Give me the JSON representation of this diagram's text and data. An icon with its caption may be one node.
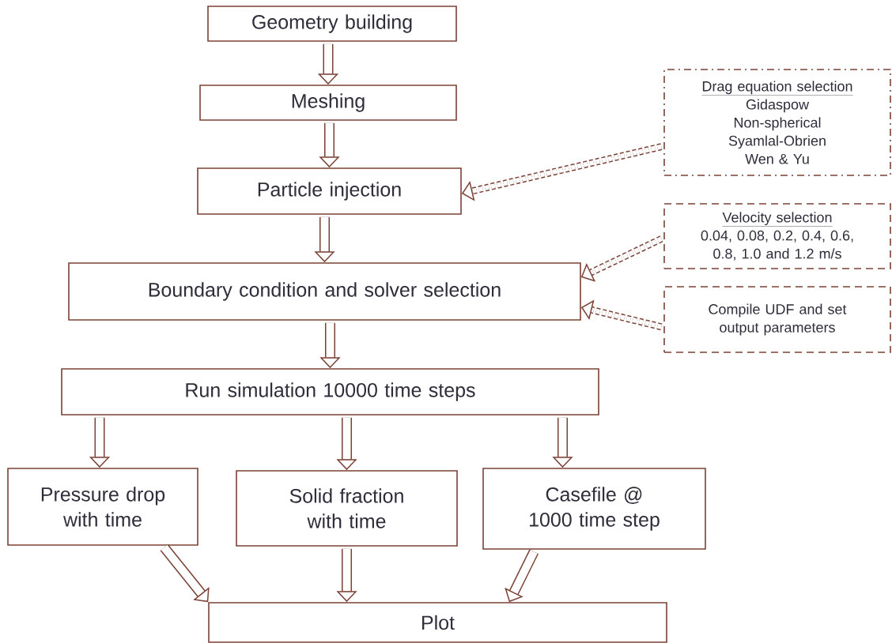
{
  "diagram": {
    "nodes": [
      {
        "text": [
          "Geometry building"
        ]
      },
      {
        "text": [
          "Meshing"
        ]
      },
      {
        "text": [
          "Particle injection"
        ]
      },
      {
        "text": [
          "Boundary condition and solver selection"
        ]
      },
      {
        "text": [
          "Run simulation 10000 time steps"
        ]
      },
      {
        "text": [
          "Pressure drop with time"
        ]
      },
      {
        "text": [
          "Solid fraction with time"
        ]
      },
      {
        "text": [
          "Casefile @ 1000 time step"
        ]
      },
      {
        "text": [
          "Plot"
        ]
      },
      {
        "text": [
          "Drag equation selection",
          "Gidaspow",
          "Non-spherical",
          "Syamlal-Obrien",
          "Wen & Yu"
        ]
      },
      {
        "text": [
          "Velocity selection",
          "0.04, 0.08, 0.2, 0.4, 0.6, 0.8, 1.0 and 1.2 m/s"
        ]
      },
      {
        "text": [
          "Compile UDF and set output parameters"
        ]
      }
    ],
    "edges": [
      {
        "from": 0,
        "to": 1,
        "arrow": "to"
      },
      {
        "from": 1,
        "to": 2,
        "arrow": "to"
      },
      {
        "from": 2,
        "to": 3,
        "arrow": "to"
      },
      {
        "from": 3,
        "to": 4,
        "arrow": "to"
      },
      {
        "from": 4,
        "to": 5,
        "arrow": "to"
      },
      {
        "from": 4,
        "to": 6,
        "arrow": "to"
      },
      {
        "from": 4,
        "to": 7,
        "arrow": "to"
      },
      {
        "from": 5,
        "to": 8,
        "arrow": "to"
      },
      {
        "from": 6,
        "to": 8,
        "arrow": "to"
      },
      {
        "from": 7,
        "to": 8,
        "arrow": "to"
      },
      {
        "from": 9,
        "to": 2,
        "arrow": "to",
        "style": "dashed"
      },
      {
        "from": 10,
        "to": 3,
        "arrow": "to",
        "style": "dashed"
      },
      {
        "from": 11,
        "to": 3,
        "arrow": "to",
        "style": "dashed"
      }
    ]
  }
}
